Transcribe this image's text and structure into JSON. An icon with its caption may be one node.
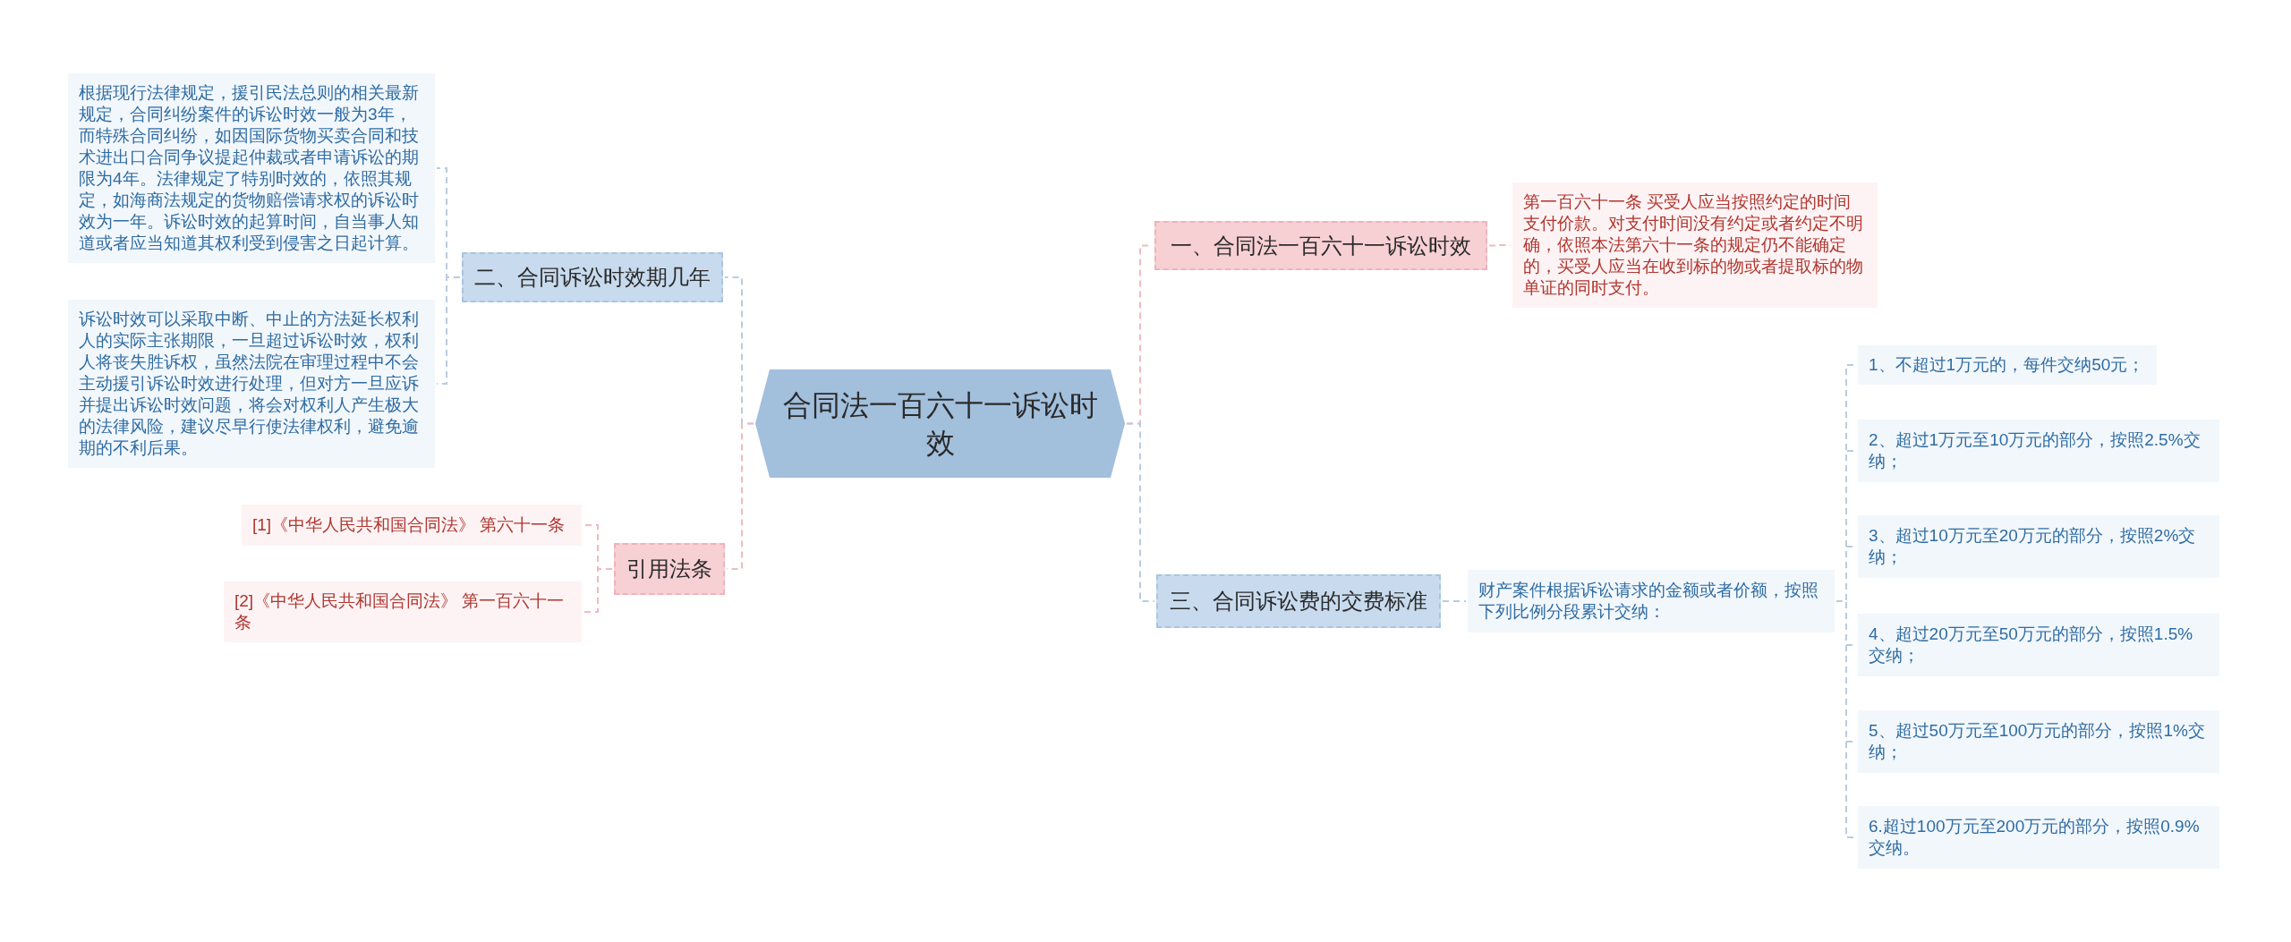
{
  "diagram": {
    "nodes": [
      {
        "text": [
          "合同法一百六十一诉讼时效"
        ]
      },
      {
        "text": [
          "一、合同法一百六十一诉讼时效"
        ]
      },
      {
        "text": [
          "第一百六十一条 买受人应当按照约定的时间支付价款。对支付时间没有约定或者约定不明确，依照本法第六十一条的规定仍不能确定的，买受人应当在收到标的物或者提取标的物单证的同时支付。"
        ]
      },
      {
        "text": [
          "二、合同诉讼时效期几年"
        ]
      },
      {
        "text": [
          "根据现行法律规定，援引民法总则的相关最新规定，合同纠纷案件的诉讼时效一般为3年，而特殊合同纠纷，如因国际货物买卖合同和技术进出口合同争议提起仲裁或者申请诉讼的期限为4年。法律规定了特别时效的，依照其规定，如海商法规定的货物赔偿请求权的诉讼时效为一年。诉讼时效的起算时间，自当事人知道或者应当知道其权利受到侵害之日起计算。"
        ]
      },
      {
        "text": [
          "诉讼时效可以采取中断、中止的方法延长权利人的实际主张期限，一旦超过诉讼时效，权利人将丧失胜诉权，虽然法院在审理过程中不会主动援引诉讼时效进行处理，但对方一旦应诉并提出诉讼时效问题，将会对权利人产生极大的法律风险，建议尽早行使法律权利，避免逾期的不利后果。"
        ]
      },
      {
        "text": [
          "引用法条"
        ]
      },
      {
        "text": [
          "[1]《中华人民共和国合同法》 第六十一条"
        ]
      },
      {
        "text": [
          "[2]《中华人民共和国合同法》 第一百六十一条"
        ]
      },
      {
        "text": [
          "三、合同诉讼费的交费标准"
        ]
      },
      {
        "text": [
          "财产案件根据诉讼请求的金额或者价额，按照下列比例分段累计交纳："
        ]
      },
      {
        "text": [
          "1、不超过1万元的，每件交纳50元；"
        ]
      },
      {
        "text": [
          "2、超过1万元至10万元的部分，按照2.5%交纳；"
        ]
      },
      {
        "text": [
          "3、超过10万元至20万元的部分，按照2%交纳；"
        ]
      },
      {
        "text": [
          "4、超过20万元至50万元的部分，按照1.5%交纳；"
        ]
      },
      {
        "text": [
          "5、超过50万元至100万元的部分，按照1%交纳；"
        ]
      },
      {
        "text": [
          "6.超过100万元至200万元的部分，按照0.9%交纳。"
        ]
      }
    ],
    "edges": [
      {
        "from": 0,
        "to": 1,
        "arrow": "none",
        "color": "#f2b9be"
      },
      {
        "from": 1,
        "to": 2,
        "arrow": "none",
        "color": "#f2b9be"
      },
      {
        "from": 0,
        "to": 3,
        "arrow": "none"
      },
      {
        "from": 3,
        "to": 4,
        "arrow": "none"
      },
      {
        "from": 3,
        "to": 5,
        "arrow": "none"
      },
      {
        "from": 0,
        "to": 6,
        "arrow": "none",
        "color": "#f2b9be"
      },
      {
        "from": 6,
        "to": 7,
        "arrow": "none",
        "color": "#f2b9be"
      },
      {
        "from": 6,
        "to": 8,
        "arrow": "none",
        "color": "#f2b9be"
      },
      {
        "from": 0,
        "to": 9,
        "arrow": "none"
      },
      {
        "from": 9,
        "to": 10,
        "arrow": "none"
      },
      {
        "from": 10,
        "to": 11,
        "arrow": "none"
      },
      {
        "from": 10,
        "to": 12,
        "arrow": "none"
      },
      {
        "from": 10,
        "to": 13,
        "arrow": "none"
      },
      {
        "from": 10,
        "to": 14,
        "arrow": "none"
      },
      {
        "from": 10,
        "to": 15,
        "arrow": "none"
      },
      {
        "from": 10,
        "to": 16,
        "arrow": "none"
      }
    ]
  }
}
